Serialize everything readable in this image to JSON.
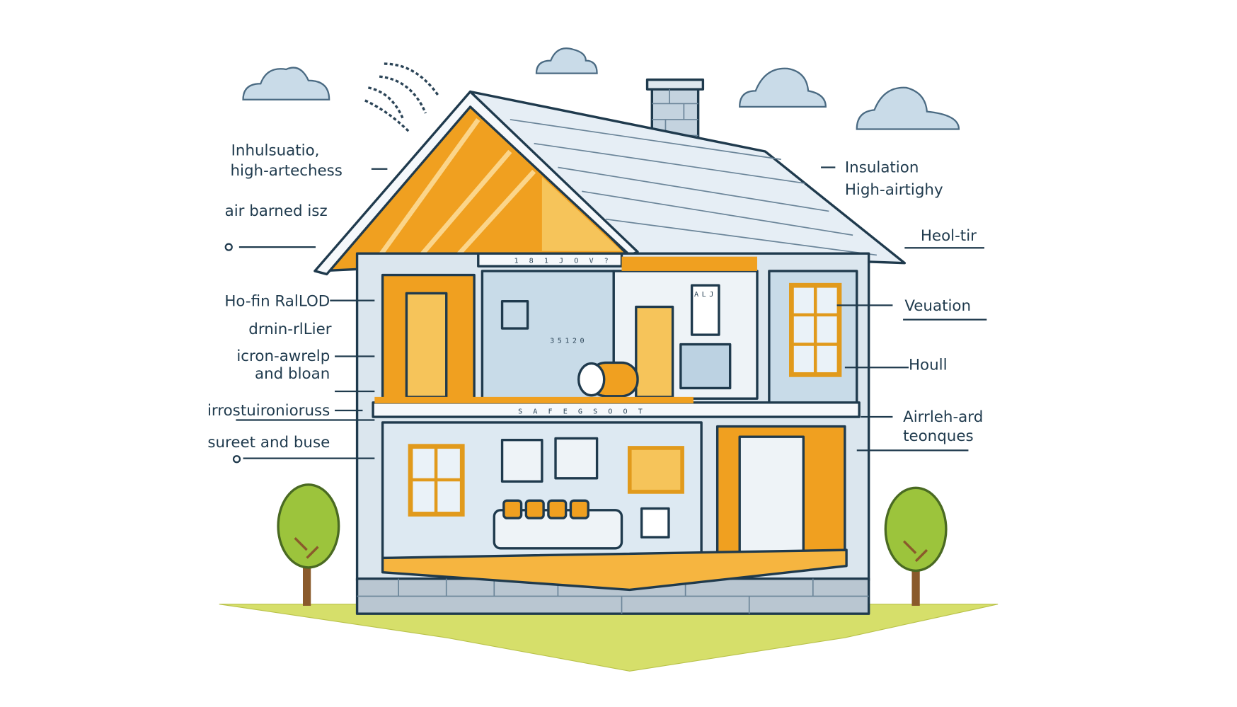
{
  "left_labels": {
    "insulation_1": "Inhulsuatio,",
    "insulation_2": "high-artechess",
    "air_barrier": "air barned isz",
    "hoffin": "Ho-fin RalLOD",
    "drain": "drnin-rlLier",
    "icron_1": "icron-awrelp",
    "icron_2": "and bloan",
    "irrost": "irrostuironioruss",
    "sureet": "sureet and buse"
  },
  "right_labels": {
    "insulation_1": "Insulation",
    "insulation_2": "High-airtighy",
    "heol": "Heol-tir",
    "veuation": "Veuation",
    "houll": "Houll",
    "airtight_1": "Airrleh-ard",
    "airtight_2": "teonques"
  },
  "interior_text": {
    "upper_beam": "1 8 1 J O V ?",
    "lower_beam": "S A F E G   S O O T",
    "panel_sign": "ALJ",
    "board_number": "35120"
  },
  "colors": {
    "outline": "#1f3a4d",
    "insulation_orange": "#f0a020",
    "wall_blue": "#c8dbe8",
    "roof": "#e6eef5",
    "grass": "#d6df6a"
  }
}
